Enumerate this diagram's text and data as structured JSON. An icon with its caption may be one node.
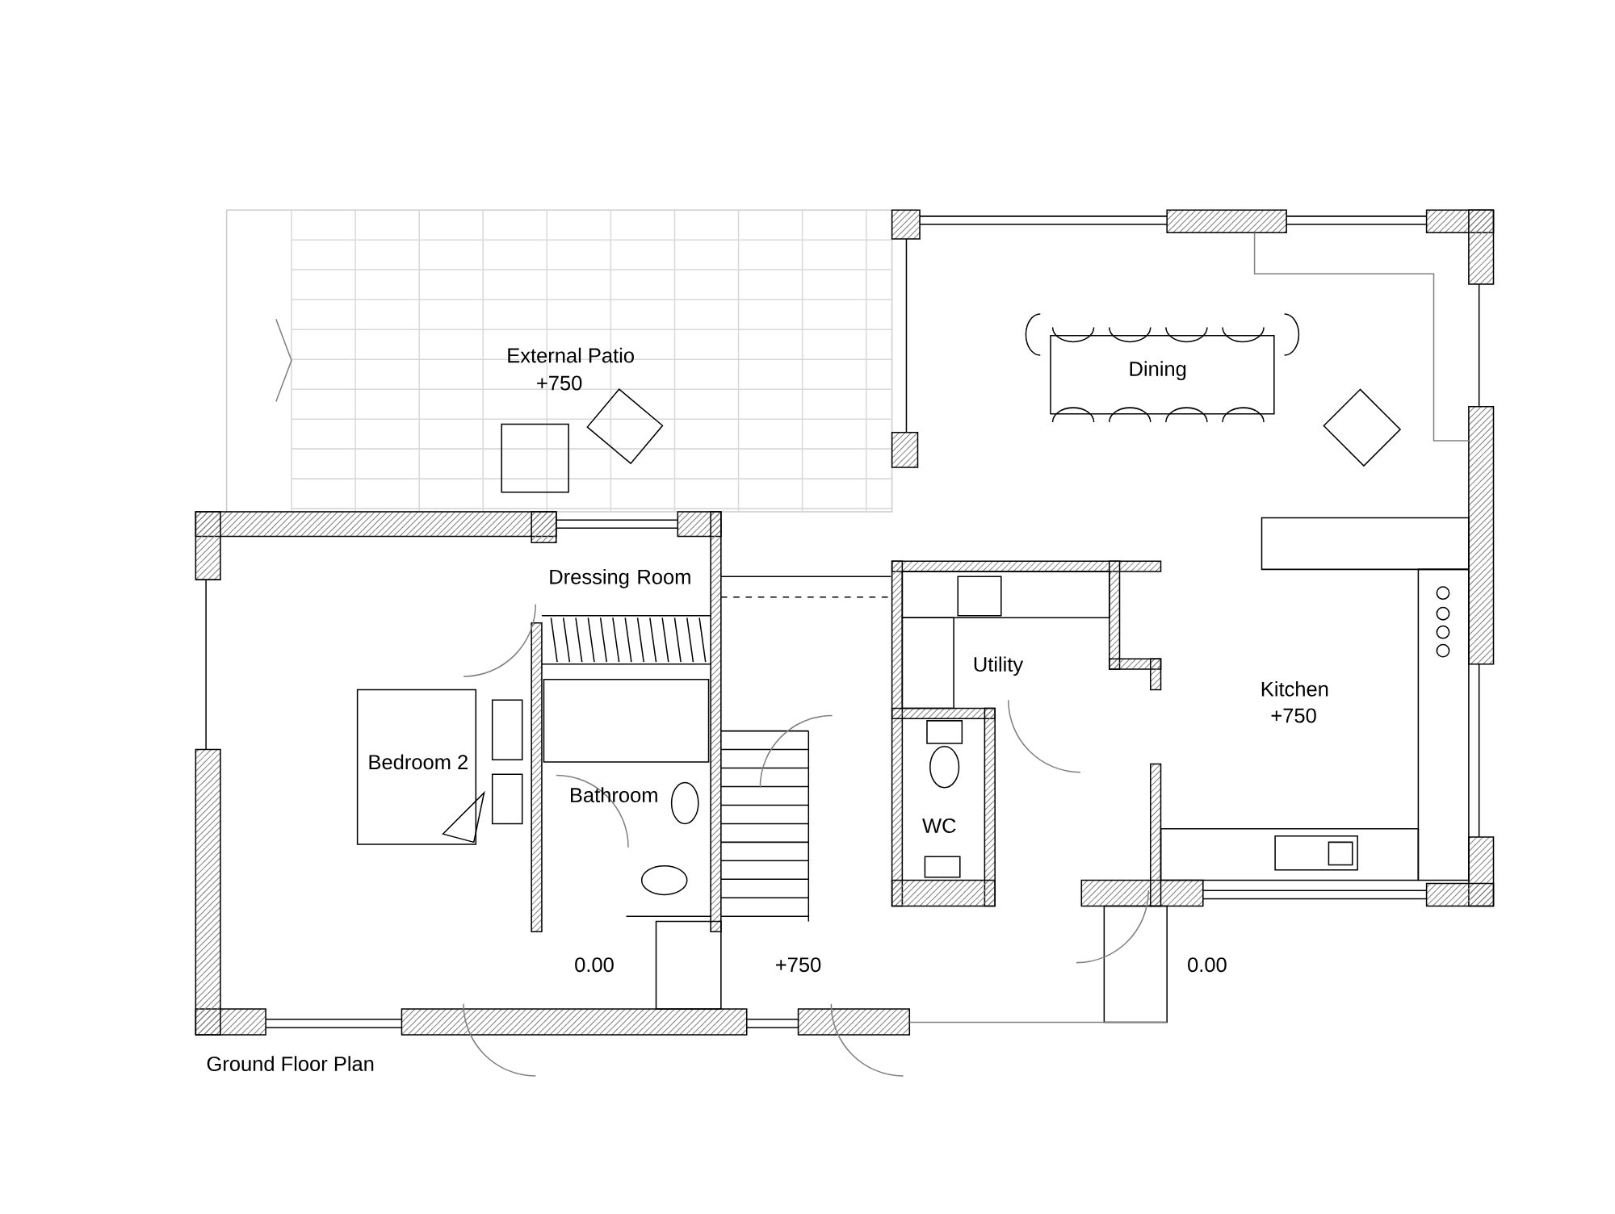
{
  "diagram": {
    "caption": "Ground Floor Plan",
    "labels": [
      "External Patio",
      "+750",
      "Dining",
      "Dressing Room",
      "Utility",
      "Kitchen",
      "+750",
      "Bedroom 2",
      "Bathroom",
      "WC",
      "0.00",
      "+750",
      "0.00"
    ]
  }
}
